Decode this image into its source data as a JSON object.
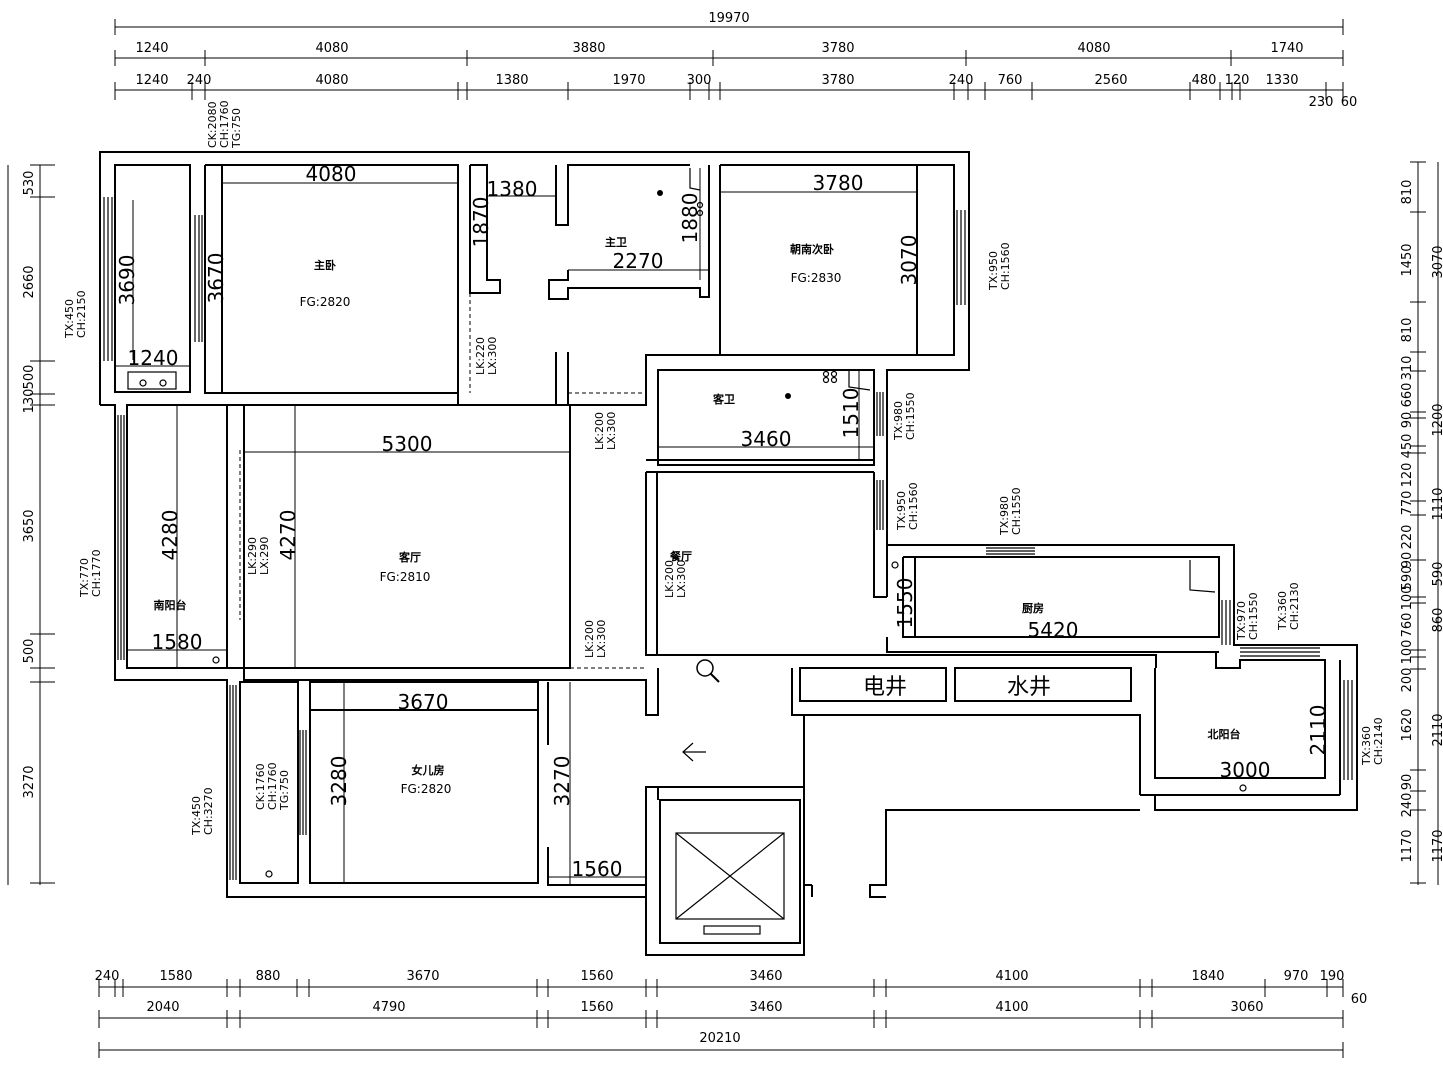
{
  "top_dims": {
    "total": "19970",
    "row1": [
      "1240",
      "4080",
      "3880",
      "3780",
      "4080",
      "1740"
    ],
    "row2": [
      "1240",
      "240",
      "4080",
      "1380",
      "1970",
      "300",
      "3780",
      "240",
      "760",
      "2560",
      "480",
      "120",
      "1330"
    ],
    "extra": [
      "230",
      "60"
    ],
    "window_note": [
      "CK:2080",
      "CH:1760",
      "TG:750"
    ]
  },
  "bottom_dims": {
    "row1": [
      "240",
      "1580",
      "880",
      "3670",
      "1560",
      "3460",
      "4100",
      "1840",
      "970",
      "190"
    ],
    "row2": [
      "2040",
      "4790",
      "1560",
      "3460",
      "4100",
      "3060"
    ],
    "extra": "60",
    "total": "20210"
  },
  "left_dims": [
    "530",
    "2660",
    "500",
    "130",
    "3650",
    "500",
    "3270"
  ],
  "right_dims": {
    "inner": [
      "810",
      "1450",
      "810",
      "310",
      "660",
      "90",
      "450",
      "120",
      "770",
      "220",
      "90",
      "590",
      "100",
      "760",
      "100",
      "200",
      "1620",
      "90",
      "240",
      "1170"
    ],
    "outer": [
      "3070",
      "1200",
      "1110",
      "590",
      "860",
      "2110",
      "1170"
    ]
  },
  "rooms": {
    "master_bedroom": {
      "name": "主卧",
      "fg": "FG:2820",
      "w": "4080",
      "h1": "3670",
      "h2": "3690",
      "bay": "1240"
    },
    "master_bath": {
      "name": "主卫",
      "w1": "1380",
      "w2": "2270",
      "h1": "1870",
      "h2": "1880"
    },
    "second_bedroom": {
      "name": "朝南次卧",
      "fg": "FG:2830",
      "w": "3780",
      "h": "3070"
    },
    "guest_bath": {
      "name": "客卫",
      "w": "3460",
      "h": "1510"
    },
    "living_room": {
      "name": "客厅",
      "fg": "FG:2810",
      "w": "5300",
      "h": "4270"
    },
    "dining_room": {
      "name": "餐厅"
    },
    "south_balcony": {
      "name": "南阳台",
      "w": "1580",
      "h": "4280"
    },
    "kitchen": {
      "name": "厨房",
      "w": "5420",
      "h": "1550"
    },
    "daughter_room": {
      "name": "女儿房",
      "fg": "FG:2820",
      "w": "3670",
      "h1": "3280",
      "h2": "3270",
      "w2": "1560"
    },
    "north_balcony": {
      "name": "北阳台",
      "w": "3000",
      "h": "2110"
    }
  },
  "wells": {
    "electric": "电井",
    "water": "水井"
  },
  "openings": {
    "lk_220": "LK:220",
    "lx_300": "LX:300",
    "lk_200": "LK:200",
    "lk_290": "LK:290",
    "lx_290": "LX:290",
    "tx_450": "TX:450",
    "ch_2150": "CH:2150",
    "tx_770": "TX:770",
    "ch_1770": "CH:1770",
    "tx_950": "TX:950",
    "ch_1560": "CH:1560",
    "tx_980": "TX:980",
    "ch_1550": "CH:1550",
    "tx_970": "TX:970",
    "tx_360": "TX:360",
    "ch_2130": "CH:2130",
    "ch_2140": "CH:2140",
    "ch_3270": "CH:3270",
    "ck_1760": "CK:1760",
    "ch_1760": "CH:1760",
    "tg_750": "TG:750"
  }
}
